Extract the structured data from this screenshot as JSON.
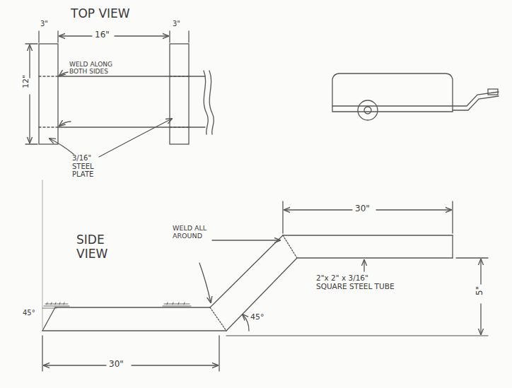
{
  "diagram": {
    "labels": [
      "TOP VIEW",
      "3\"",
      "16\"",
      "3\"",
      "12\"",
      "WELD ALONG BOTH SIDES",
      "3/16\" STEEL PLATE",
      "SIDE VIEW",
      "WELD ALL AROUND",
      "30\"",
      "2\"x 2\" x 3/16\" SQUARE STEEL TUBE",
      "5\"",
      "45°",
      "45°",
      "30\""
    ]
  }
}
